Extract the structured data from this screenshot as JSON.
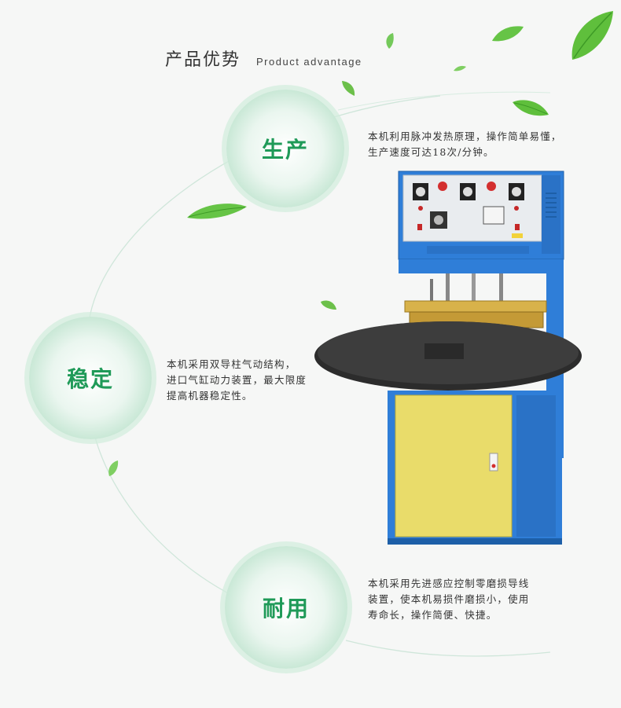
{
  "header": {
    "title_zh": "产品优势",
    "title_en": "Product advantage"
  },
  "features": [
    {
      "label": "生产",
      "lines": [
        "本机利用脉冲发热原理，操作简单易懂，",
        "生产速度可达18次/分钟。"
      ]
    },
    {
      "label": "稳定",
      "lines": [
        "本机采用双导柱气动结构，",
        "进口气缸动力装置，最大限度",
        "提高机器稳定性。"
      ]
    },
    {
      "label": "耐用",
      "lines": [
        "本机采用先进感应控制零磨损导线",
        "装置，使本机易损件磨损小，使用",
        "寿命长，操作简便、快捷。"
      ]
    }
  ],
  "colors": {
    "accent_green": "#1f9a58",
    "leaf_green": "#6cc04a",
    "machine_blue": "#2f7ed8",
    "machine_yellow": "#e9dc6a"
  }
}
